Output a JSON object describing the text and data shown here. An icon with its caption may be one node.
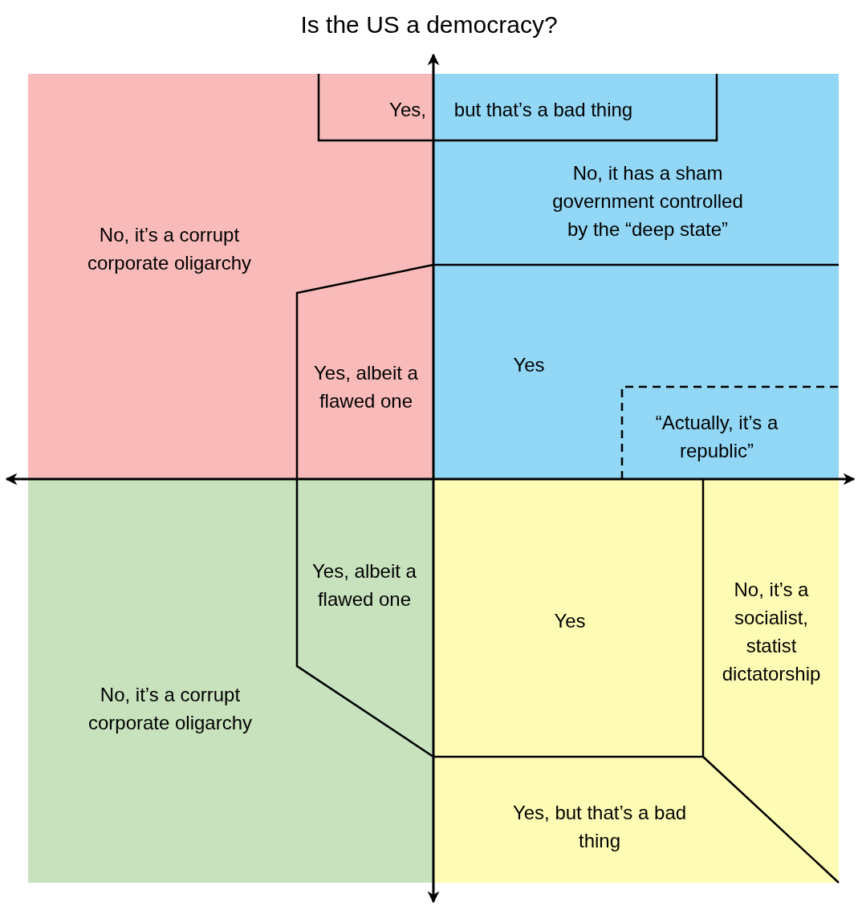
{
  "diagram": {
    "title": "Is the US a democracy?",
    "labels": [
      "Yes,",
      "but that’s a bad thing",
      "No, it has a sham government controlled by the “deep state”",
      "No, it’s a corrupt corporate oligarchy",
      "Yes, albeit a flawed one",
      "Yes",
      "“Actually, it’s a republic”",
      "Yes, albeit a flawed one",
      "No, it’s a socialist, statist dictatorship",
      "Yes",
      "No, it’s a corrupt corporate oligarchy",
      "Yes, but that’s a bad thing"
    ]
  }
}
